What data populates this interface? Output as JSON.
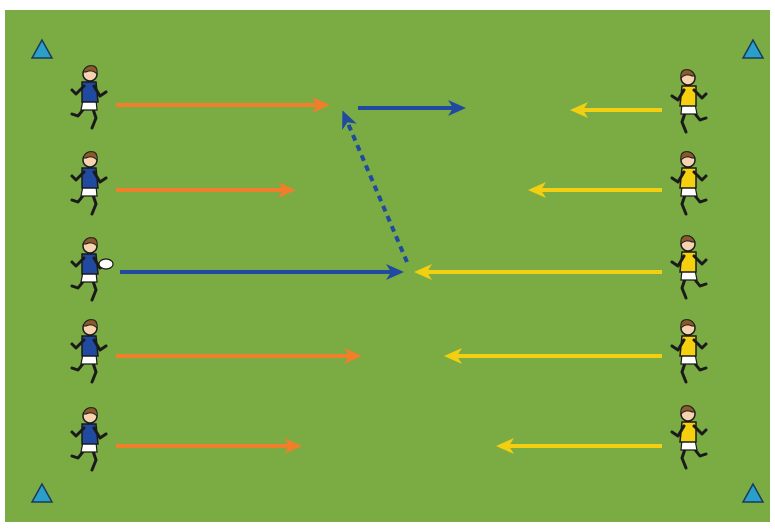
{
  "colors": {
    "pitch": "#7aac43",
    "pitch_border": "#ffffff",
    "cone": "#2a9fc9",
    "cone_outline": "#1a3a5c",
    "team_blue_shirt": "#1f4aa0",
    "team_yellow_shirt": "#f5d00f",
    "attack_run": "#f07e2b",
    "ball_carry": "#1f4aa0",
    "defend_run": "#f2cf10",
    "pass": "#1f4aa0",
    "skin": "#f6d2b0",
    "hair": "#8a5a2b",
    "shorts": "#ffffff"
  },
  "icons": {
    "cone": "triangle-cone-icon",
    "player": "running-player-icon",
    "ball": "rugby-ball-icon"
  },
  "diagram": {
    "cones": 4,
    "attackers": 5,
    "defenders": 5,
    "ball_carrier_row": 3,
    "pass_style": "dotted",
    "run_style": "solid"
  }
}
